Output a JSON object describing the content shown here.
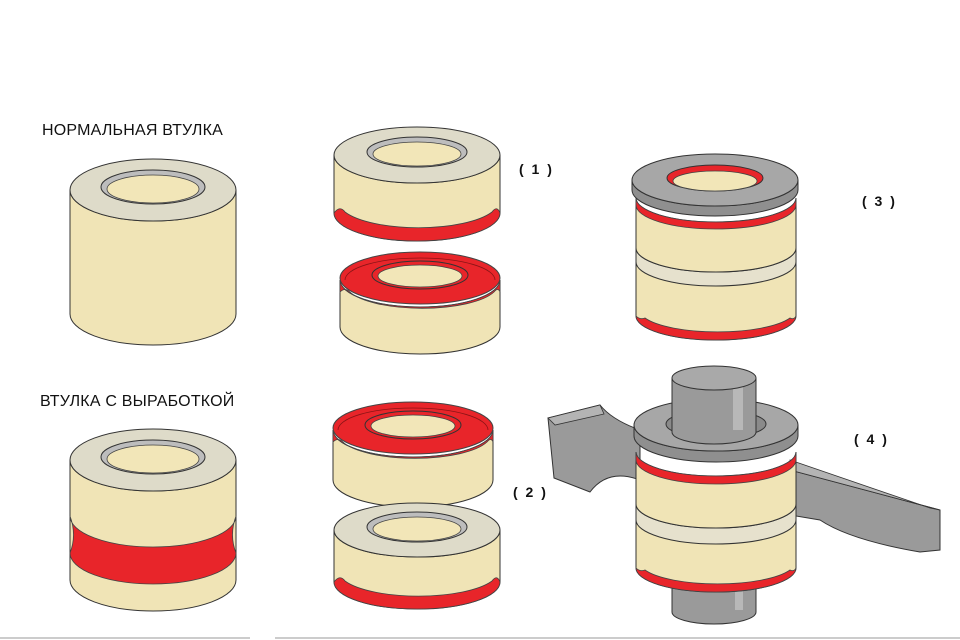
{
  "labels": {
    "normal_bushing": "НОРМАЛЬНАЯ ВТУЛКА",
    "worn_bushing": "ВТУЛКА С ВЫРАБОТКОЙ"
  },
  "tags": {
    "t1": "( 1 )",
    "t2": "( 2 )",
    "t3": "( 3 )",
    "t4": "( 4 )"
  },
  "colors": {
    "body": "#f0e4b6",
    "top_rim": "#dedbc9",
    "inner_ring": "#bdbdbd",
    "hole": "#f2e6b8",
    "wear": "#e8252a",
    "outline": "#333333",
    "steel": "#9a9a9a",
    "steel_light": "#b4b4b4",
    "washer": "#a7a7a7"
  }
}
